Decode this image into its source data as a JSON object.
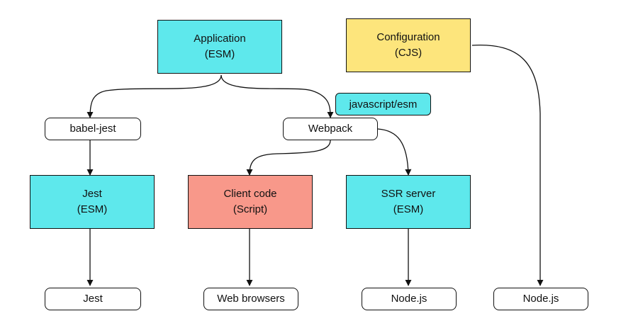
{
  "nodes": {
    "application": {
      "title": "Application",
      "sub": "(ESM)"
    },
    "configuration": {
      "title": "Configuration",
      "sub": "(CJS)"
    },
    "babel_jest": "babel-jest",
    "webpack": "Webpack",
    "jest_module": {
      "title": "Jest",
      "sub": "(ESM)"
    },
    "client_code": {
      "title": "Client code",
      "sub": "(Script)"
    },
    "ssr_server": {
      "title": "SSR server",
      "sub": "(ESM)"
    },
    "jest_runtime": "Jest",
    "web_browsers": "Web browsers",
    "nodejs_ssr": "Node.js",
    "nodejs_config": "Node.js"
  },
  "labels": {
    "webpack_input_format": "javascript/esm"
  },
  "colors": {
    "esm": "#5ee8ec",
    "cjs": "#fde57c",
    "script": "#f8988a",
    "runtime": "#ffffff",
    "stroke": "#111111"
  }
}
